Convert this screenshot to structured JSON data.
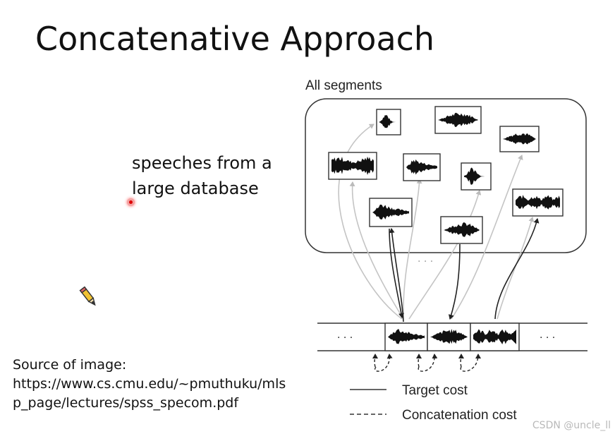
{
  "slide": {
    "title": "Concatenative Approach",
    "bullet_line1": "speeches from a",
    "bullet_line2": "large database",
    "source_line1": "Source of image:",
    "source_line2": "https://www.cs.cmu.edu/~pmuthuku/mls",
    "source_line3": "p_page/lectures/spss_specom.pdf"
  },
  "diagram": {
    "segments_label": "All segments",
    "ellipsis_pool": "· · ·",
    "ellipsis_left": "· · ·",
    "ellipsis_right": "· · ·",
    "legend_target": "Target cost",
    "legend_concat": "Concatenation cost",
    "segment_count": 9,
    "selected_count": 3
  },
  "watermark": "CSDN @uncle_ll",
  "icons": {
    "pointer": "laser-pointer-icon",
    "pen": "pencil-icon"
  }
}
